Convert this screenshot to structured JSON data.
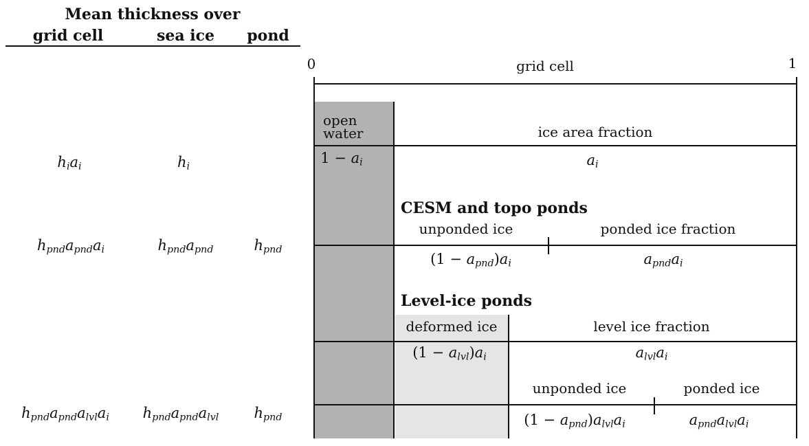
{
  "mean_thickness": {
    "title": "Mean thickness over",
    "columns": [
      "grid cell",
      "sea ice",
      "pond"
    ],
    "rows": [
      {
        "grid_cell": "h_ia_i",
        "sea_ice": "h_i",
        "pond": ""
      },
      {
        "grid_cell": "h_{pnd}a_{pnd}a_i",
        "sea_ice": "h_{pnd}a_{pnd}",
        "pond": "h_{pnd}"
      },
      {
        "grid_cell": "h_{pnd}a_{pnd}a_{lvl}a_i",
        "sea_ice": "h_{pnd}a_{pnd}a_{lvl}",
        "pond": "h_{pnd}"
      }
    ]
  },
  "diagram": {
    "axis": {
      "min": "0",
      "max": "1",
      "title": "grid cell"
    },
    "open_water": {
      "label_line1": "open",
      "label_line2": "water",
      "fraction": "1 − a_i"
    },
    "ice_area": {
      "label": "ice area fraction",
      "fraction": "a_i"
    },
    "cesm_topo": {
      "title": "CESM and topo ponds",
      "unponded_label": "unponded ice",
      "ponded_label": "ponded ice fraction",
      "unponded_fraction": "(1 − a_{pnd})a_i",
      "ponded_fraction": "a_{pnd}a_i"
    },
    "level_ice": {
      "title": "Level-ice ponds",
      "deformed_label": "deformed ice",
      "level_label": "level ice fraction",
      "deformed_fraction": "(1 − a_{lvl})a_i",
      "level_fraction": "a_{lvl}a_i",
      "unponded_label": "unponded ice",
      "ponded_label": "ponded ice",
      "unponded_fraction": "(1 − a_{pnd})a_{lvl}a_i",
      "ponded_fraction": "a_{pnd}a_{lvl}a_i"
    }
  },
  "colors": {
    "open_water_fill": "#b2b2b2",
    "deformed_ice_fill": "#e5e5e5",
    "line": "#111111"
  }
}
